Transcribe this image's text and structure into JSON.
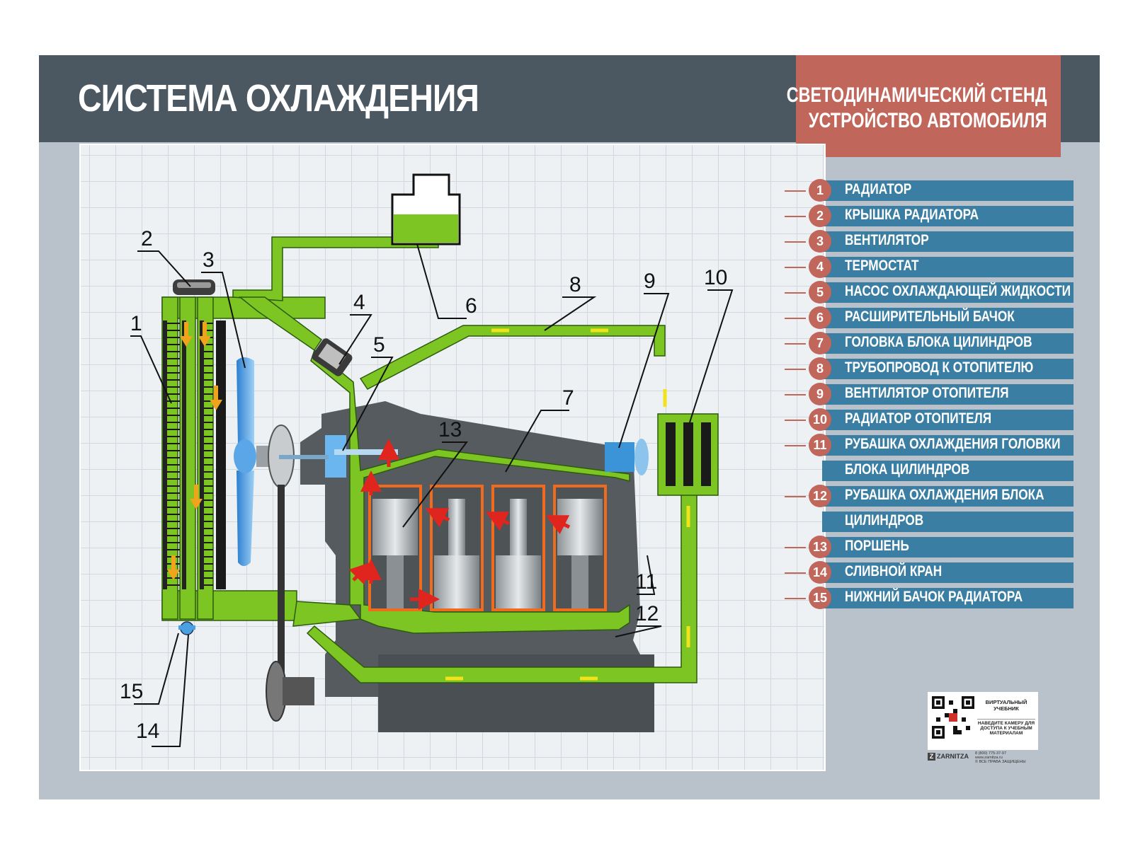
{
  "header": {
    "title": "СИСТЕМА ОХЛАЖДЕНИЯ",
    "subtitle_line1": "СВЕТОДИНАМИЧЕСКИЙ СТЕНД",
    "subtitle_line2": "УСТРОЙСТВО АВТОМОБИЛЯ"
  },
  "legend": [
    {
      "num": "1",
      "label": "РАДИАТОР"
    },
    {
      "num": "2",
      "label": "КРЫШКА РАДИАТОРА"
    },
    {
      "num": "3",
      "label": "ВЕНТИЛЯТОР"
    },
    {
      "num": "4",
      "label": "ТЕРМОСТАТ"
    },
    {
      "num": "5",
      "label": "НАСОС ОХЛАЖДАЮЩЕЙ ЖИДКОСТИ"
    },
    {
      "num": "6",
      "label": "РАСШИРИТЕЛЬНЫЙ БАЧОК"
    },
    {
      "num": "7",
      "label": "ГОЛОВКА БЛОКА ЦИЛИНДРОВ"
    },
    {
      "num": "8",
      "label": "ТРУБОПРОВОД К ОТОПИТЕЛЮ"
    },
    {
      "num": "9",
      "label": "ВЕНТИЛЯТОР ОТОПИТЕЛЯ"
    },
    {
      "num": "10",
      "label": "РАДИАТОР ОТОПИТЕЛЯ"
    },
    {
      "num": "11",
      "label": "РУБАШКА ОХЛАЖДЕНИЯ ГОЛОВКИ",
      "continuation": "БЛОКА ЦИЛИНДРОВ"
    },
    {
      "num": "12",
      "label": "РУБАШКА ОХЛАЖДЕНИЯ БЛОКА",
      "continuation": "ЦИЛИНДРОВ"
    },
    {
      "num": "13",
      "label": "ПОРШЕНЬ"
    },
    {
      "num": "14",
      "label": "СЛИВНОЙ КРАН"
    },
    {
      "num": "15",
      "label": "НИЖНИЙ БАЧОК РАДИАТОРА"
    }
  ],
  "callouts": {
    "c1": "1",
    "c2": "2",
    "c3": "3",
    "c4": "4",
    "c5": "5",
    "c6": "6",
    "c7": "7",
    "c8": "8",
    "c9": "9",
    "c10": "10",
    "c11": "11",
    "c12": "12",
    "c13": "13",
    "c14": "14",
    "c15": "15"
  },
  "qr_card": {
    "line1": "ВИРТУАЛЬНЫЙ УЧЕБНИК",
    "line2": "НАВЕДИТЕ КАМЕРУ ДЛЯ ДОСТУПА К УЧЕБНЫМ МАТЕРИАЛАМ",
    "brand": "ZARNITZA",
    "phone": "8 (800) 775-37-97",
    "site": "www.zarnitza.ru",
    "rights": "© ВСЕ ПРАВА ЗАЩИЩЕНЫ"
  },
  "colors": {
    "header_bg": "#4b5862",
    "badge_bg": "#c0665a",
    "legend_bar": "#3a7ea3",
    "coolant": "#7cc522",
    "engine": "#555a5e",
    "arrow_hot": "#e0251e",
    "arrow_cool": "#f2e21c",
    "fan": "#4aa0e0"
  }
}
